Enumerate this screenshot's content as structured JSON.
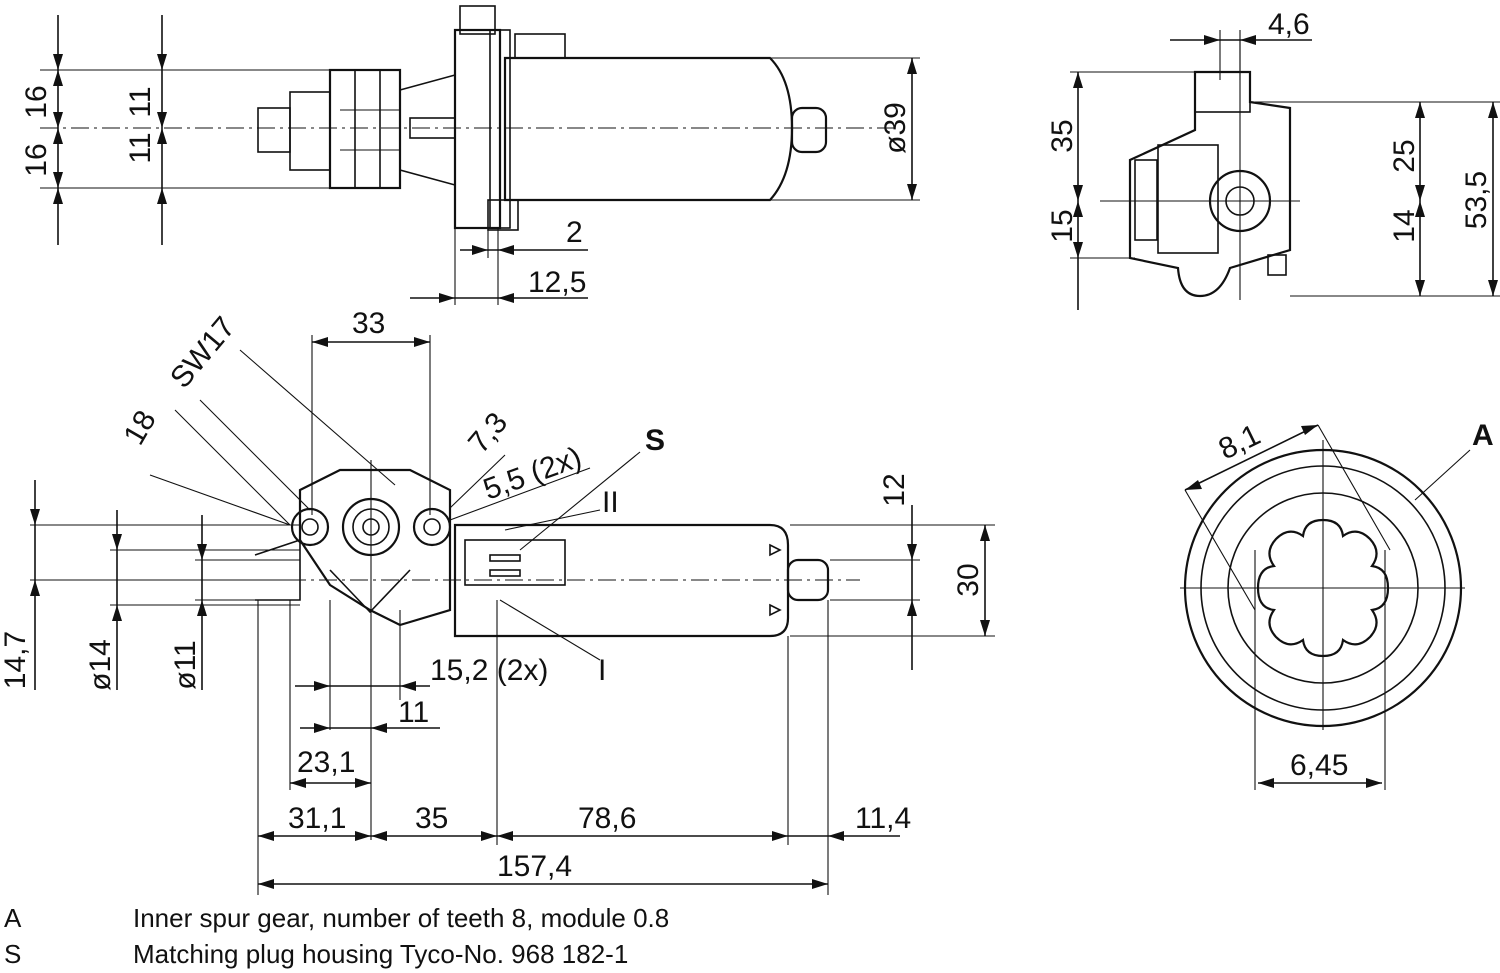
{
  "views": {
    "side_view": {
      "dims": [
        "16",
        "16",
        "11",
        "11",
        "ø39",
        "2",
        "12,5"
      ]
    },
    "end_view": {
      "dims": [
        "4,6",
        "35",
        "15",
        "25",
        "14",
        "53,5"
      ]
    },
    "top_view": {
      "dims": [
        "33",
        "SW17",
        "18",
        "7,3",
        "5,5 (2x)",
        "S",
        "II",
        "12",
        "30",
        "I",
        "14,7",
        "ø14",
        "ø11",
        "15,2 (2x)",
        "11",
        "23,1",
        "31,1",
        "35",
        "78,6",
        "11,4",
        "157,4"
      ]
    },
    "gear_detail": {
      "dims": [
        "8,1",
        "A",
        "6,45"
      ]
    }
  },
  "legend": [
    {
      "key": "A",
      "text": "Inner spur gear, number of teeth 8, module 0.8"
    },
    {
      "key": "S",
      "text": "Matching plug housing Tyco-No. 968 182-1"
    }
  ]
}
